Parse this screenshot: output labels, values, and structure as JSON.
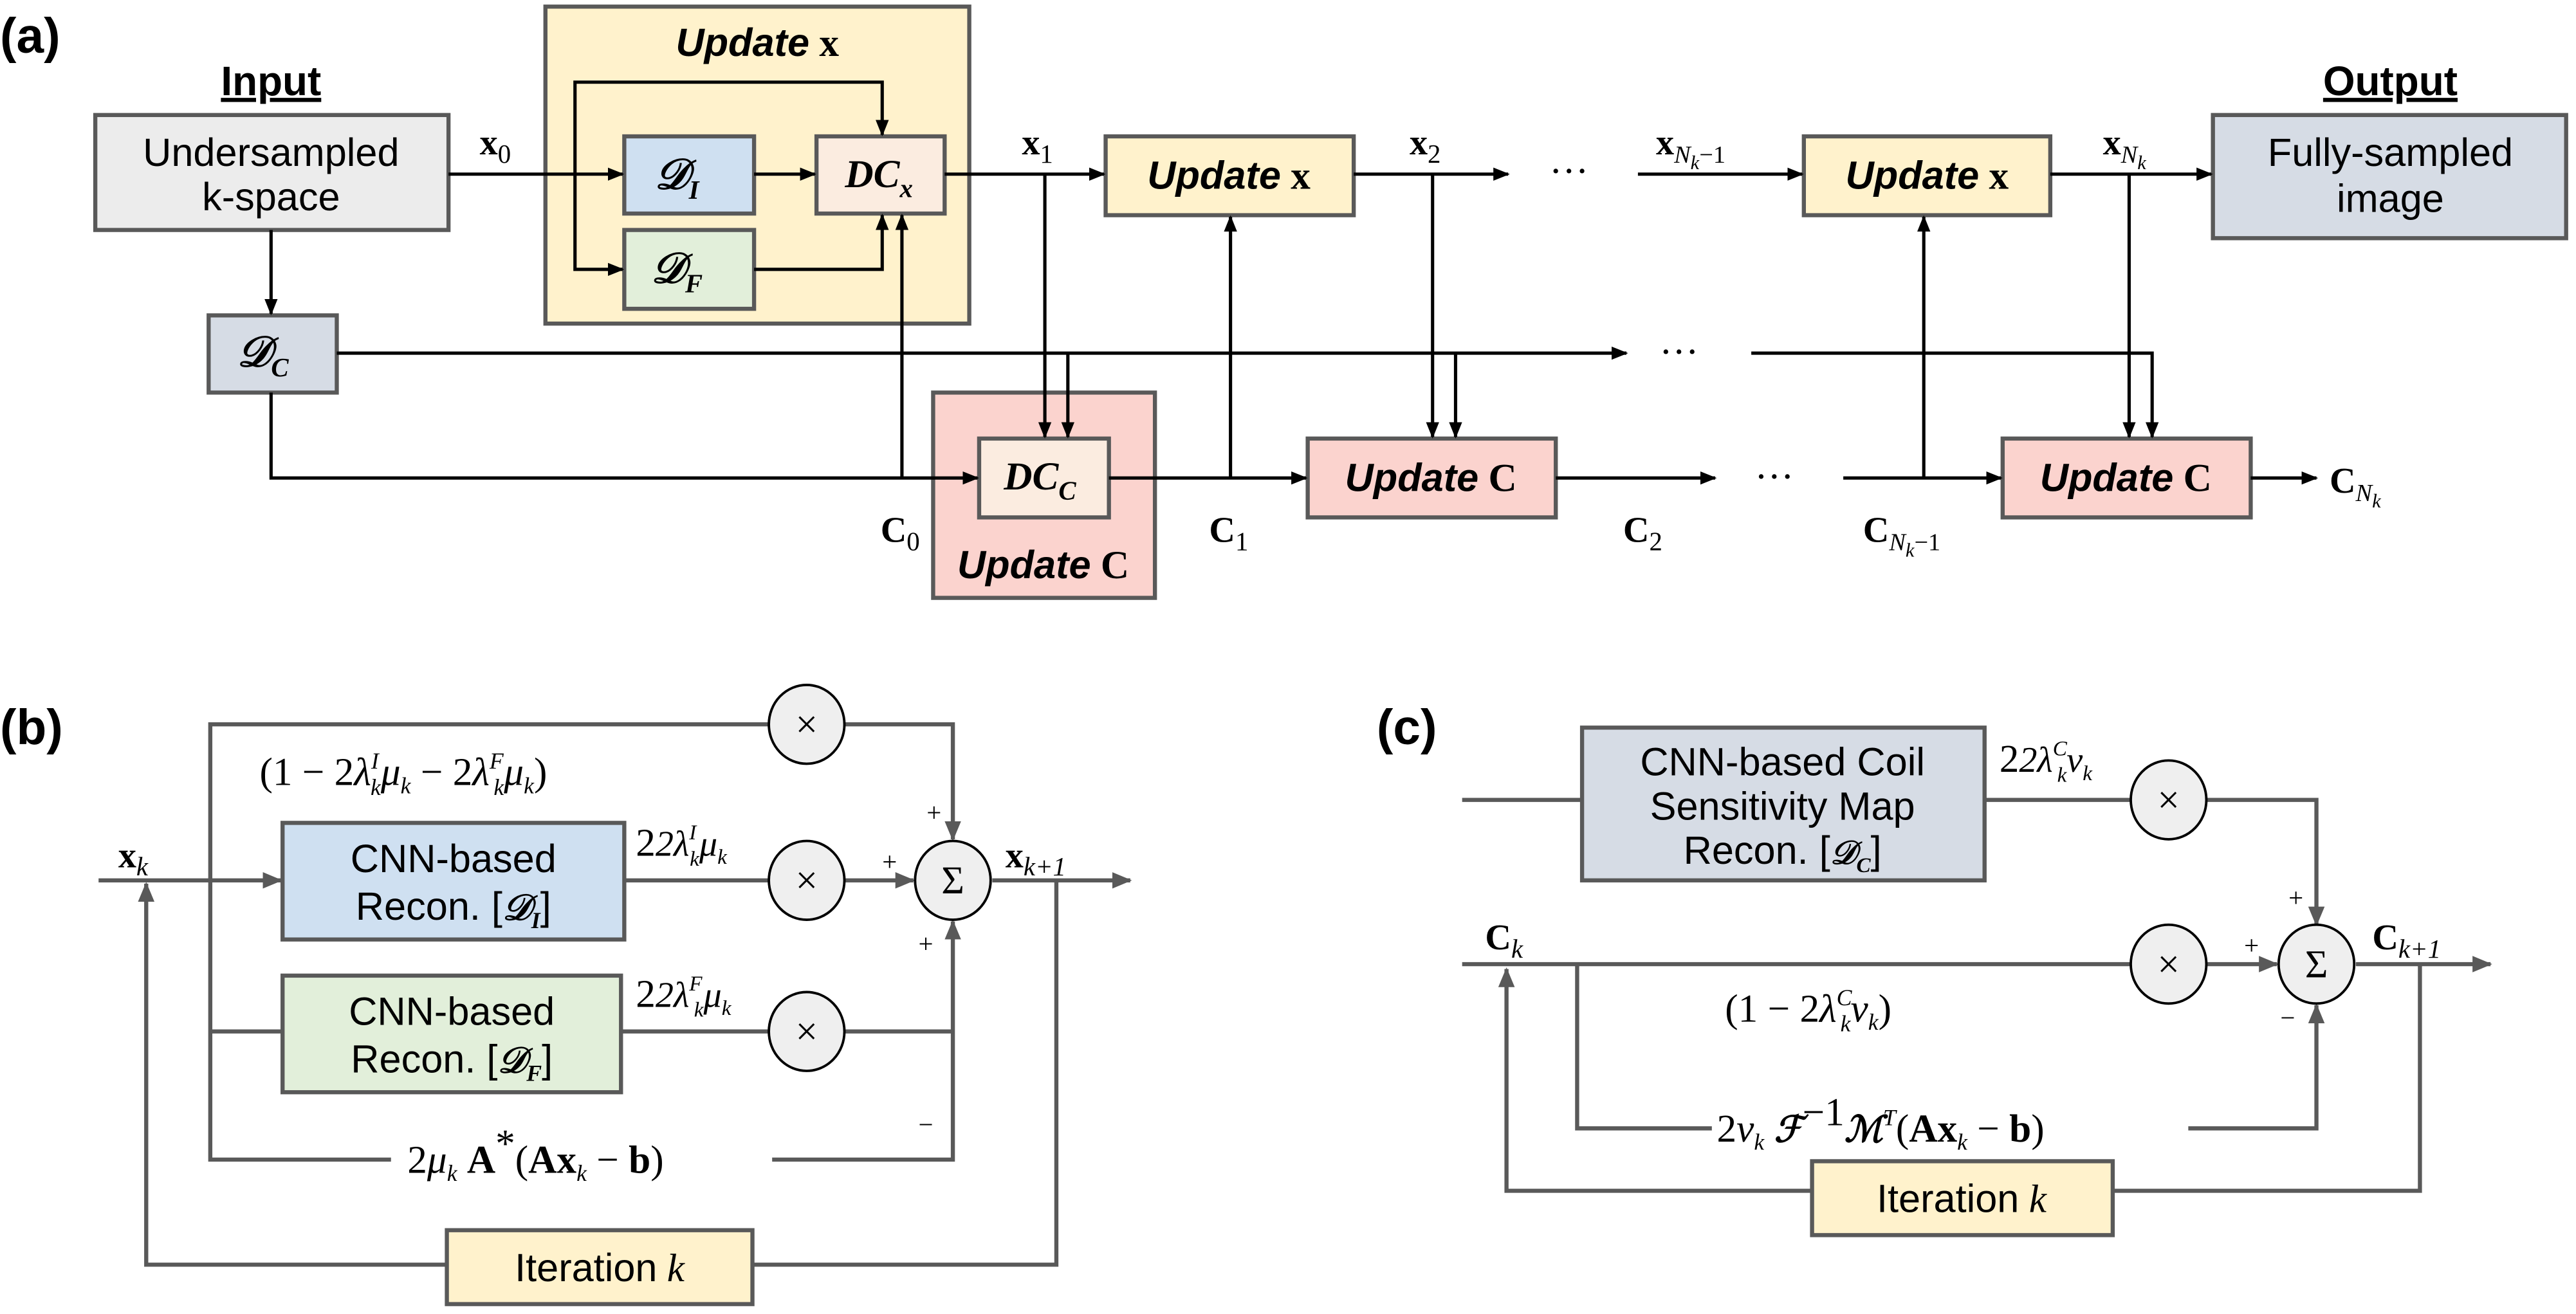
{
  "colors": {
    "update_x_container": "#fff2cc",
    "update_c_container": "#fbd3ce",
    "reg_image": "#cfe0f1",
    "reg_frequency": "#e2efda",
    "dc_box": "#fbece0",
    "coil_box": "#d6dce5",
    "input_box": "#ececec",
    "iteration_box": "#fff2cc",
    "operator_circle": "#efefef",
    "box_border": "#595959",
    "line_gray": "#595959"
  },
  "panel_a": {
    "label": "(a)",
    "input_title": "Input",
    "input_box": [
      "Undersampled",
      "k-space"
    ],
    "output_title": "Output",
    "output_box": [
      "Fully-sampled",
      "image"
    ],
    "update_x_container_title": {
      "word": "Update",
      "symbol": "x"
    },
    "update_c_container_title": {
      "word": "Update",
      "symbol": "C"
    },
    "d_i": {
      "sym": "𝒟",
      "sub": "I"
    },
    "d_f": {
      "sym": "𝒟",
      "sub": "F"
    },
    "d_c": {
      "sym": "𝒟",
      "sub": "C"
    },
    "dc_x": {
      "sym": "DC",
      "sub": "x"
    },
    "dc_c": {
      "sym": "DC",
      "sub": "C"
    },
    "update_x_block": {
      "word": "Update",
      "symbol": "x"
    },
    "update_c_block": {
      "word": "Update",
      "symbol": "C"
    },
    "ellipsis": "···",
    "signals": {
      "x0": {
        "base": "x",
        "sub": "0"
      },
      "x1": {
        "base": "x",
        "sub": "1"
      },
      "x2": {
        "base": "x",
        "sub": "2"
      },
      "xNk_1": {
        "base": "x",
        "sub_n": "N",
        "sub_k": "k",
        "sub_rest": "−1"
      },
      "xNk": {
        "base": "x",
        "sub_n": "N",
        "sub_k": "k"
      },
      "c0": {
        "base": "C",
        "sub": "0"
      },
      "c1": {
        "base": "C",
        "sub": "1"
      },
      "c2": {
        "base": "C",
        "sub": "2"
      },
      "cNk_1": {
        "base": "C",
        "sub_n": "N",
        "sub_k": "k",
        "sub_rest": "−1"
      },
      "cNk": {
        "base": "C",
        "sub_n": "N",
        "sub_k": "k"
      }
    }
  },
  "panel_b": {
    "label": "(b)",
    "input": {
      "base": "x",
      "sub": "k"
    },
    "output": {
      "base": "x",
      "sub": "k+1"
    },
    "top_coeff": "(1 − 2λ",
    "top_coeff_full": "(1 − 2λ_k^I μ_k − 2λ_k^F μ_k)",
    "cnn_image": [
      "CNN-based",
      "Recon. ["
    ],
    "cnn_image_sub": "I",
    "cnn_freq": [
      "CNN-based",
      "Recon. ["
    ],
    "cnn_freq_sub": "F",
    "coef_image": {
      "text": "2λ",
      "sup": "I",
      "sub": "k",
      "tail": "μ",
      "tail_sub": "k"
    },
    "coef_freq": {
      "text": "2λ",
      "sup": "F",
      "sub": "k",
      "tail": "μ",
      "tail_sub": "k"
    },
    "dc_term": "2μ_k A*(Ax_k − b)",
    "multiply": "×",
    "sum": "Σ",
    "signs": [
      "+",
      "+",
      "+",
      "−"
    ],
    "iteration": {
      "word": "Iteration",
      "var": "k"
    }
  },
  "panel_c": {
    "label": "(c)",
    "input": {
      "base": "C",
      "sub": "k"
    },
    "output": {
      "base": "C",
      "sub": "k+1"
    },
    "cnn_coil": [
      "CNN-based Coil",
      "Sensitivity Map",
      "Recon. ["
    ],
    "cnn_coil_sub": "C",
    "coef_coil": {
      "text": "2λ",
      "sup": "C",
      "sub": "k",
      "tail": "ν",
      "tail_sub": "k"
    },
    "keep_coeff": "(1 − 2λ_k^C ν_k)",
    "dc_term": "2ν_k 𝓕⁻¹ 𝓜ᵀ (Ax_k − b)",
    "multiply": "×",
    "sum": "Σ",
    "signs": [
      "+",
      "+",
      "−"
    ],
    "iteration": {
      "word": "Iteration",
      "var": "k"
    }
  }
}
